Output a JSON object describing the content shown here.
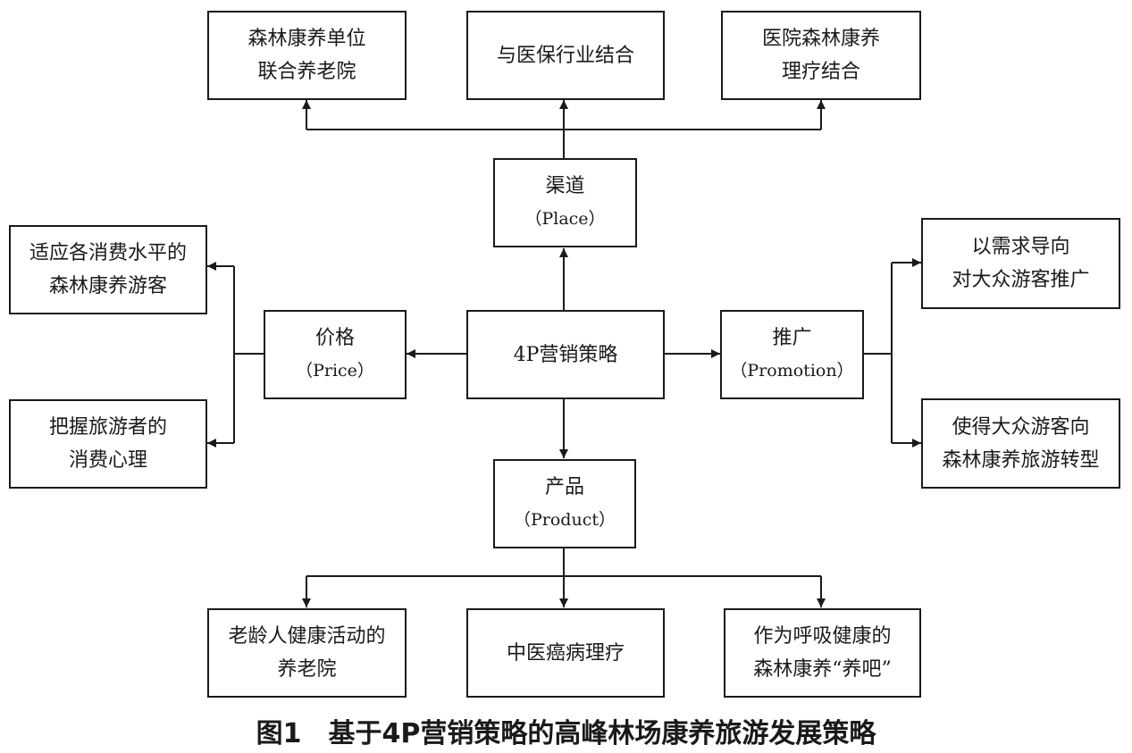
{
  "center": {
    "label": "4P营销策略"
  },
  "place": {
    "label": "渠道",
    "label_en": "（Place）",
    "children": [
      {
        "lines": [
          "森林康养单位",
          "联合养老院"
        ]
      },
      {
        "lines": [
          "与医保行业结合"
        ]
      },
      {
        "lines": [
          "医院森林康养",
          "理疗结合"
        ]
      }
    ]
  },
  "price": {
    "label": "价格",
    "label_en": "（Price）",
    "children": [
      {
        "lines": [
          "适应各消费水平的",
          "森林康养游客"
        ]
      },
      {
        "lines": [
          "把握旅游者的",
          "消费心理"
        ]
      }
    ]
  },
  "promotion": {
    "label": "推广",
    "label_en": "（Promotion）",
    "children": [
      {
        "lines": [
          "以需求导向",
          "对大众游客推广"
        ]
      },
      {
        "lines": [
          "使得大众游客向",
          "森林康养旅游转型"
        ]
      }
    ]
  },
  "product": {
    "label": "产品",
    "label_en": "（Product）",
    "children": [
      {
        "lines": [
          "老龄人健康活动的",
          "养老院"
        ]
      },
      {
        "lines": [
          "中医癌病理疗"
        ]
      },
      {
        "lines": [
          "作为呼吸健康的",
          "森林康养“养吧”"
        ]
      }
    ]
  },
  "caption": {
    "figure_no": "图1",
    "title": "基于4P营销策略的高峰林场康养旅游发展策略"
  }
}
